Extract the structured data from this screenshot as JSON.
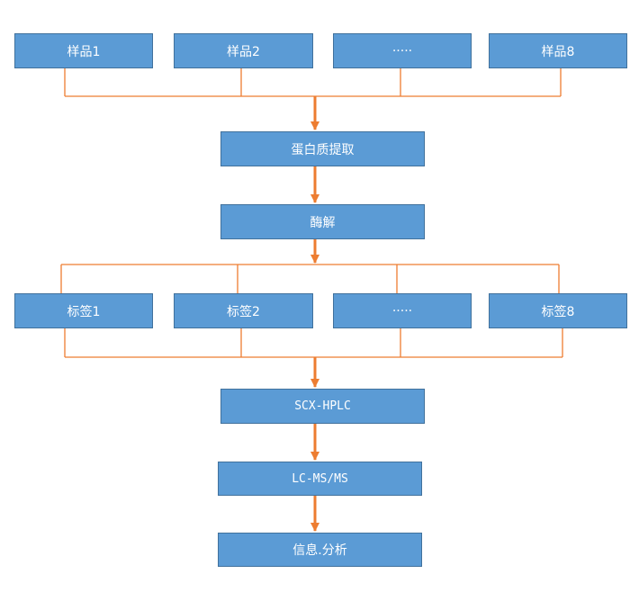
{
  "colors": {
    "box_fill": "#5b9bd5",
    "box_border": "#41719c",
    "connector": "#ed7d31",
    "text": "#ffffff"
  },
  "samples": [
    "样品1",
    "样品2",
    "·····",
    "样品8"
  ],
  "steps": {
    "extraction": "蛋白质提取",
    "digestion": "酶解"
  },
  "labels": [
    "标签1",
    "标签2",
    "·····",
    "标签8"
  ],
  "analysis": {
    "scx": "SCX-HPLC",
    "lcms": "LC-MS/MS",
    "bioinfo": "信息.分析"
  }
}
